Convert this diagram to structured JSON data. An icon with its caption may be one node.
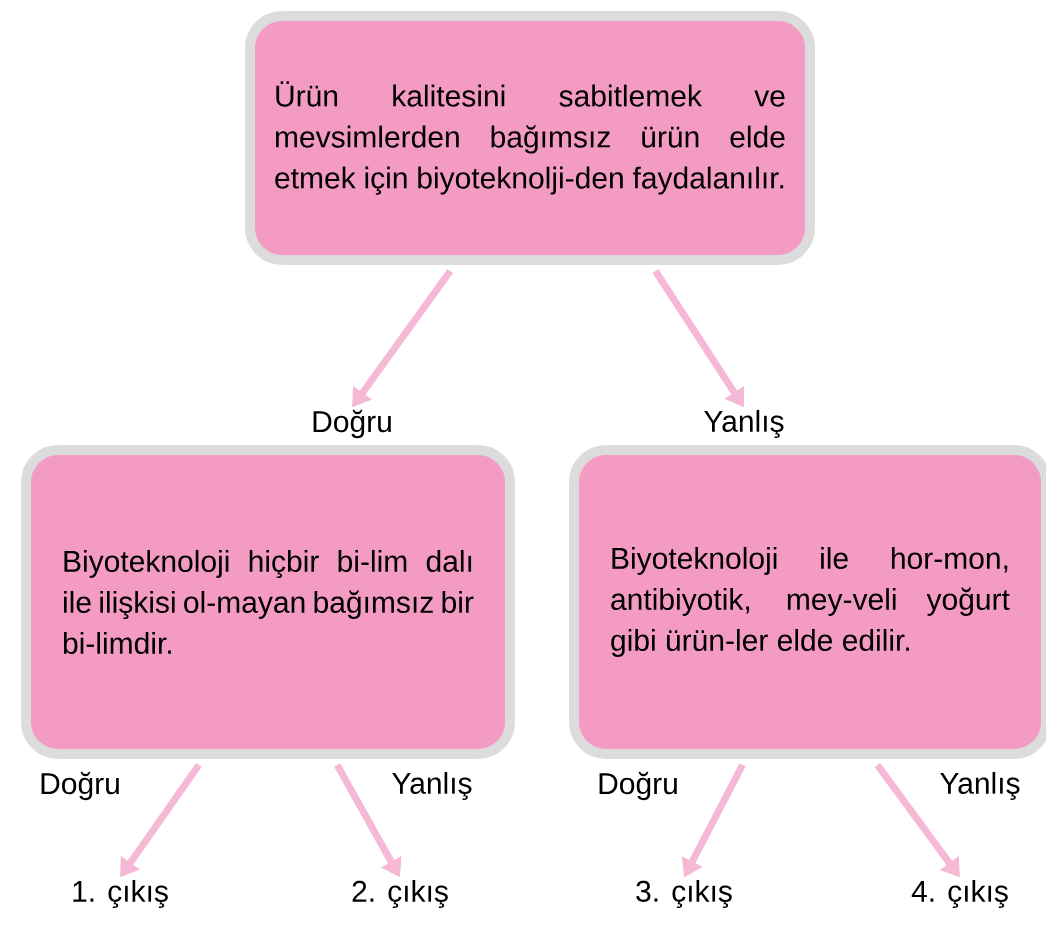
{
  "diagram": {
    "nodes": [
      {
        "text": [
          "Ürün kalitesini sabitlemek ve mevsimlerden bağımsız ürün elde etmek için biyoteknolji-den faydalanılır."
        ]
      },
      {
        "text": [
          "Doğru"
        ]
      },
      {
        "text": [
          "Yanlış"
        ]
      },
      {
        "text": [
          "Biyoteknoloji hiçbir bi-lim dalı ile ilişkisi ol-mayan bağımsız bir bi-limdir."
        ]
      },
      {
        "text": [
          "Biyoteknoloji ile hor-mon, antibiyotik, mey-veli yoğurt gibi ürün-ler elde edilir."
        ]
      },
      {
        "text": [
          "1. çıkış"
        ]
      },
      {
        "text": [
          "2. çıkış"
        ]
      },
      {
        "text": [
          "3. çıkış"
        ]
      },
      {
        "text": [
          "4. çıkış"
        ]
      }
    ],
    "edges": [
      {
        "from": 0,
        "to": 1,
        "arrow": "to"
      },
      {
        "from": 0,
        "to": 2,
        "arrow": "to"
      },
      {
        "from": 3,
        "to": 5,
        "arrow": "to",
        "label": "Doğru"
      },
      {
        "from": 3,
        "to": 6,
        "arrow": "to",
        "label": "Yanlış"
      },
      {
        "from": 4,
        "to": 7,
        "arrow": "to",
        "label": "Doğru"
      },
      {
        "from": 4,
        "to": 8,
        "arrow": "to",
        "label": "Yanlış"
      }
    ]
  }
}
